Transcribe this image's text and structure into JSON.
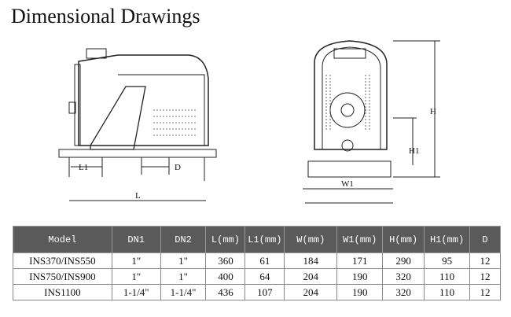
{
  "title": "Dimensional Drawings",
  "drawing_labels": {
    "l1": "L1",
    "d": "D",
    "l": "L",
    "w1": "W1",
    "h1": "H1",
    "h": "H"
  },
  "table": {
    "headers": [
      "Model",
      "DN1",
      "DN2",
      "L(mm)",
      "L1(mm)",
      "W(mm)",
      "W1(mm)",
      "H(mm)",
      "H1(mm)",
      "D"
    ],
    "rows": [
      [
        "INS370/INS550",
        "1\"",
        "1\"",
        "360",
        "61",
        "184",
        "171",
        "290",
        "95",
        "12"
      ],
      [
        "INS750/INS900",
        "1\"",
        "1\"",
        "400",
        "64",
        "204",
        "190",
        "320",
        "110",
        "12"
      ],
      [
        "INS1100",
        "1-1/4\"",
        "1-1/4\"",
        "436",
        "107",
        "204",
        "190",
        "320",
        "110",
        "12"
      ]
    ]
  }
}
